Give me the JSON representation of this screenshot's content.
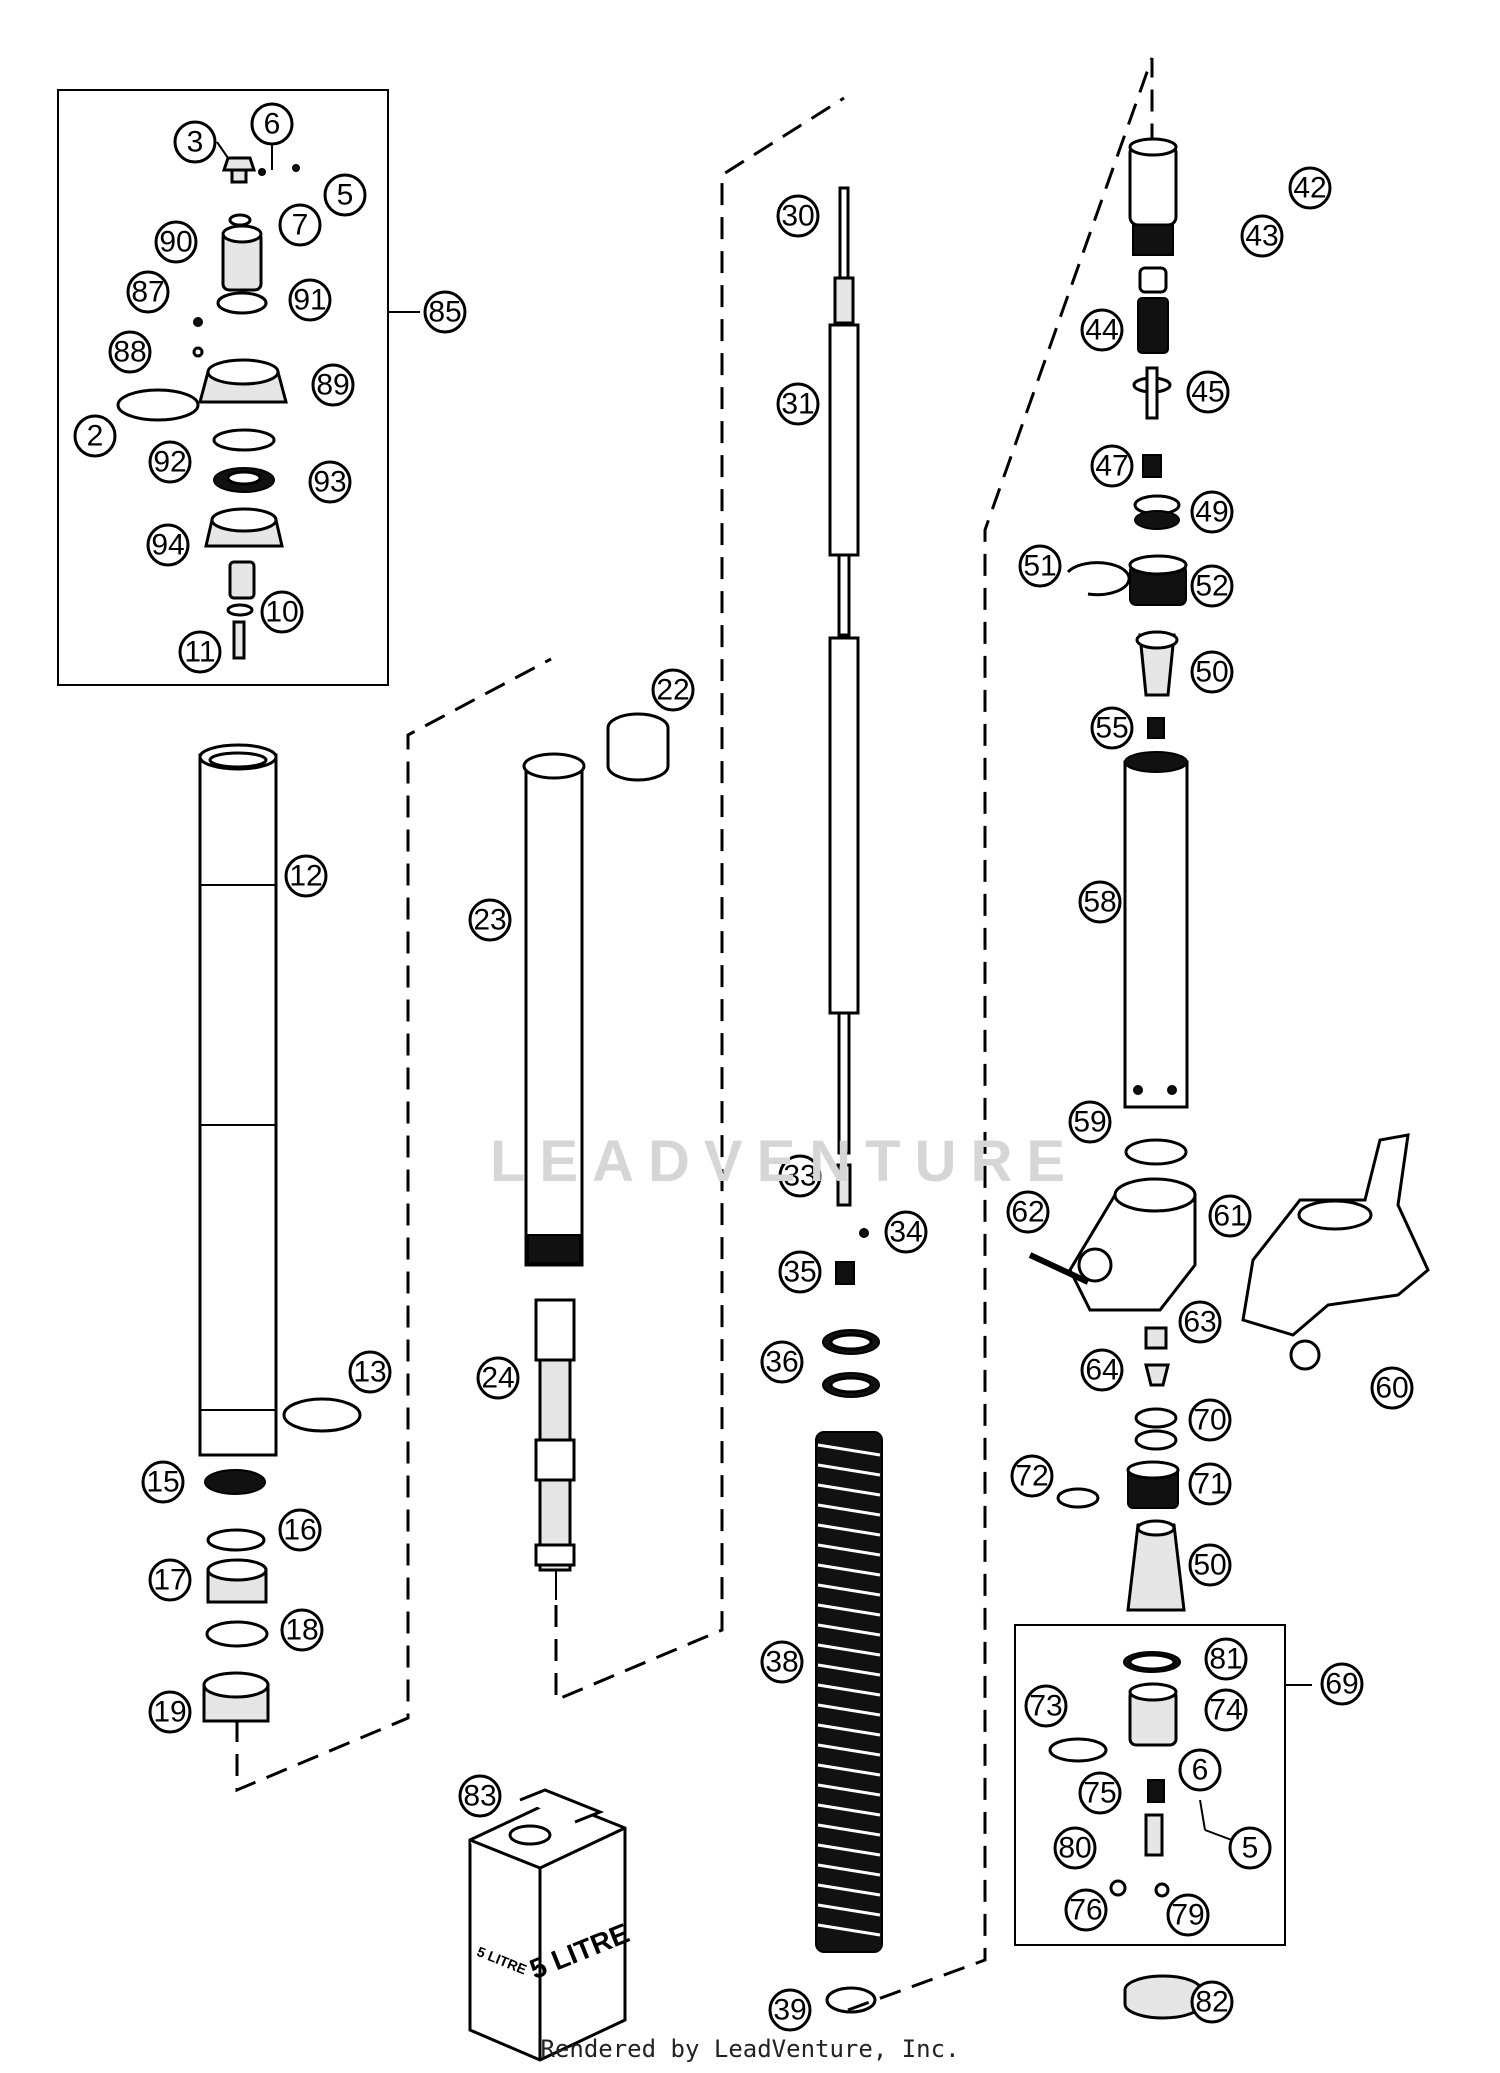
{
  "callouts": [
    "2",
    "3",
    "5",
    "6",
    "7",
    "10",
    "11",
    "12",
    "13",
    "15",
    "16",
    "17",
    "18",
    "19",
    "22",
    "23",
    "24",
    "30",
    "31",
    "33",
    "34",
    "35",
    "36",
    "38",
    "39",
    "42",
    "43",
    "44",
    "45",
    "47",
    "49",
    "50",
    "51",
    "52",
    "55",
    "58",
    "59",
    "60",
    "61",
    "62",
    "63",
    "64",
    "69",
    "70",
    "71",
    "72",
    "73",
    "74",
    "75",
    "76",
    "79",
    "80",
    "81",
    "82",
    "83",
    "85",
    "87",
    "88",
    "89",
    "90",
    "91",
    "92",
    "93",
    "94"
  ],
  "jug_label_front": "5 LITRE",
  "jug_label_side": "5 LITRE",
  "watermark": "LEADVENTURE",
  "footer": "Rendered by LeadVenture, Inc."
}
